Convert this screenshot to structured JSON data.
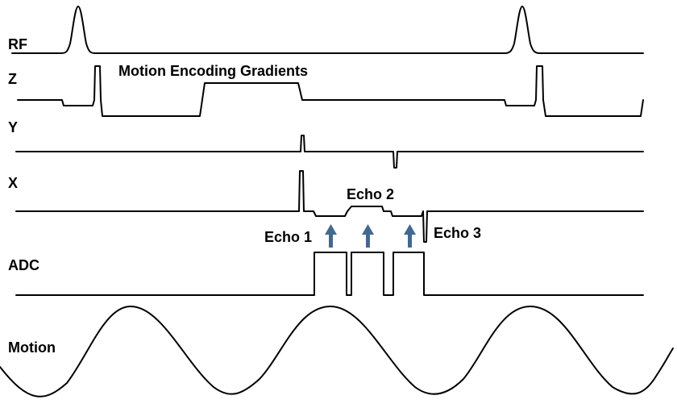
{
  "channels": {
    "rf": "RF",
    "z": "Z",
    "y": "Y",
    "x": "X",
    "adc": "ADC",
    "motion": "Motion"
  },
  "annotations": {
    "motion_encoding": "Motion Encoding Gradients",
    "echo1": "Echo 1",
    "echo2": "Echo 2",
    "echo3": "Echo 3"
  },
  "colors": {
    "trace": "#000000",
    "arrow": "#44698f",
    "background": "#ffffff"
  }
}
